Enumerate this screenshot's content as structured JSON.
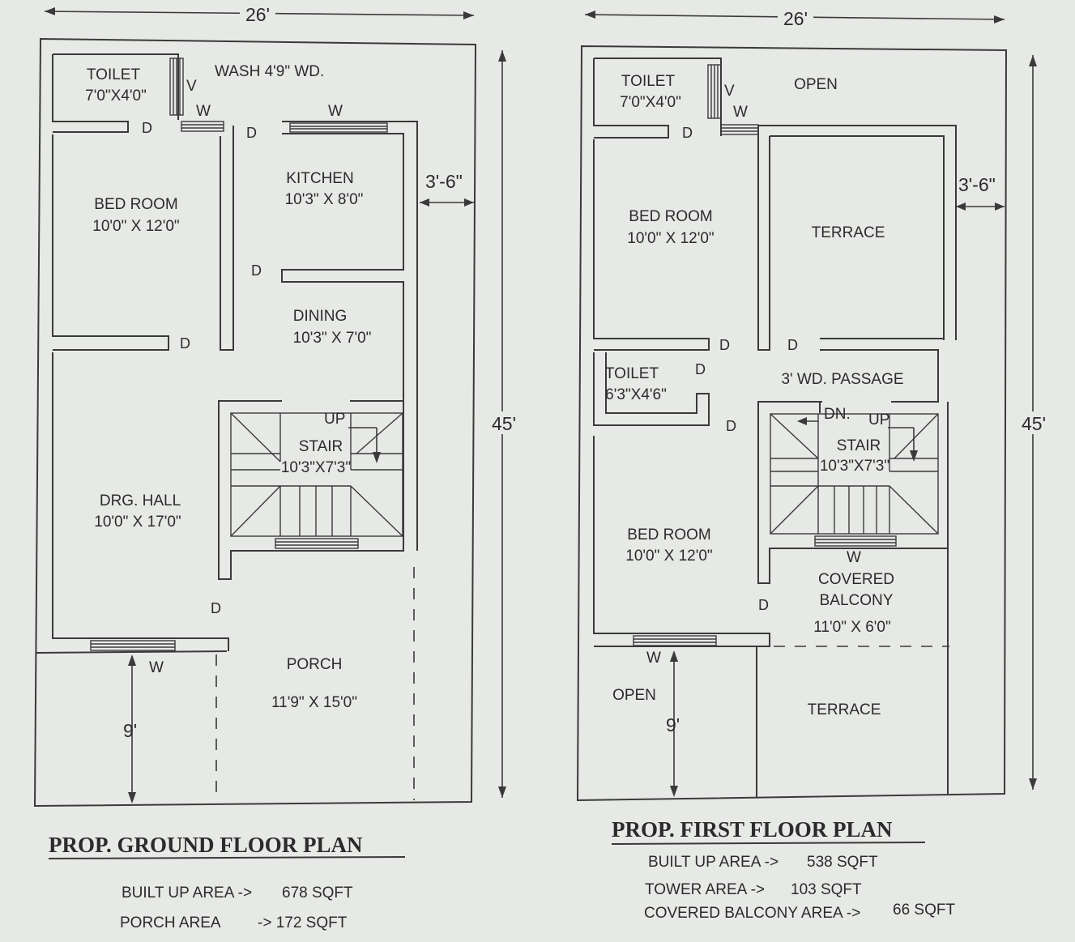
{
  "ground_floor": {
    "title": "PROP. GROUND FLOOR PLAN",
    "width_dim": "26'",
    "depth_dim": "45'",
    "setback_dim": "3'-6\"",
    "porch_depth_dim": "9'",
    "rooms": {
      "toilet_name": "TOILET",
      "toilet_size": "7'0\"X4'0\"",
      "wash": "WASH 4'9\" WD.",
      "bed_name": "BED ROOM",
      "bed_size": "10'0\" X 12'0\"",
      "kitchen_name": "KITCHEN",
      "kitchen_size": "10'3\" X 8'0\"",
      "dining_name": "DINING",
      "dining_size": "10'3\" X 7'0\"",
      "stair_name": "STAIR",
      "stair_size": "10'3\"X7'3\"",
      "stair_up": "UP",
      "hall_name": "DRG. HALL",
      "hall_size": "10'0\" X 17'0\"",
      "porch_name": "PORCH",
      "porch_size": "11'9\" X 15'0\""
    },
    "areas": [
      {
        "label": "BUILT UP AREA ->",
        "value": "678 SQFT"
      },
      {
        "label": "PORCH AREA",
        "value": "-> 172 SQFT"
      }
    ]
  },
  "first_floor": {
    "title": "PROP. FIRST FLOOR PLAN",
    "width_dim": "26'",
    "depth_dim": "45'",
    "setback_dim": "3'-6\"",
    "front_depth_dim": "9'",
    "rooms": {
      "toilet1_name": "TOILET",
      "toilet1_size": "7'0\"X4'0\"",
      "open_top": "OPEN",
      "bed1_name": "BED ROOM",
      "bed1_size": "10'0\" X 12'0\"",
      "terrace_top": "TERRACE",
      "toilet2_name": "TOILET",
      "toilet2_size": "6'3\"X4'6\"",
      "passage": "3' WD. PASSAGE",
      "stair_name": "STAIR",
      "stair_size": "10'3\"X7'3\"",
      "stair_dn": "DN.",
      "stair_up": "UP",
      "bed2_name": "BED ROOM",
      "bed2_size": "10'0\" X 12'0\"",
      "balcony_line1": "COVERED",
      "balcony_line2": "BALCONY",
      "balcony_size": "11'0\" X 6'0\"",
      "open_bottom": "OPEN",
      "terrace_bottom": "TERRACE"
    },
    "areas": [
      {
        "label": "BUILT UP AREA ->",
        "value": "538 SQFT"
      },
      {
        "label": "TOWER  AREA ->",
        "value": "103 SQFT"
      },
      {
        "label": "COVERED BALCONY  AREA ->",
        "value": "66 SQFT"
      }
    ]
  },
  "symbols": {
    "door": "D",
    "window": "W",
    "ventilator": "V"
  }
}
